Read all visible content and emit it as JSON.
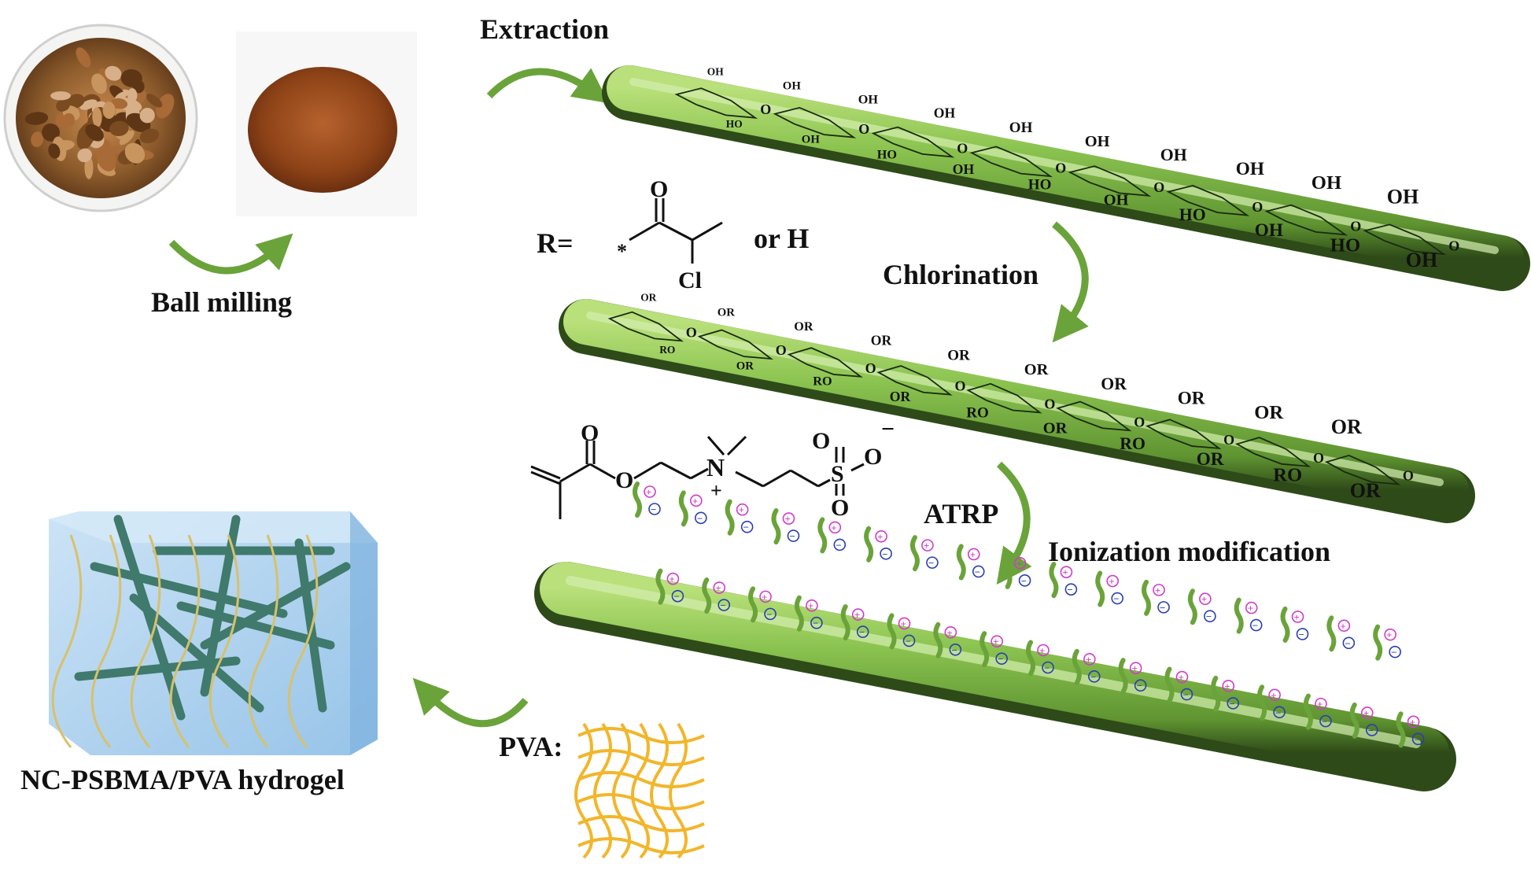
{
  "labels": {
    "extraction": "Extraction",
    "ball_milling": "Ball milling",
    "chlorination": "Chlorination",
    "atrp": "ATRP",
    "ionization": "Ionization modification",
    "pva": "PVA:",
    "hydrogel": "NC-PSBMA/PVA hydrogel",
    "r_eq": "R=",
    "or_h": "or H"
  },
  "r_group": {
    "o": "O",
    "cl": "Cl",
    "star": "*"
  },
  "monomer": {
    "o1": "O",
    "o2": "O",
    "n": "N",
    "plus": "+",
    "s": "S",
    "os1": "O",
    "os2": "O",
    "os3": "O",
    "minus": "−"
  },
  "groups": {
    "oh": "OH",
    "ho": "HO",
    "or": "OR",
    "ro": "RO"
  },
  "charges": {
    "pos": "+",
    "neg": "−"
  },
  "colors": {
    "rod": "#8bc34a",
    "rod_dark": "#3e6b1f",
    "arrow": "#6aa33a",
    "pos": "#d03cc8",
    "neg": "#2b3fb0",
    "pva": "#f2b62b",
    "cube": "#9ec9ee"
  }
}
